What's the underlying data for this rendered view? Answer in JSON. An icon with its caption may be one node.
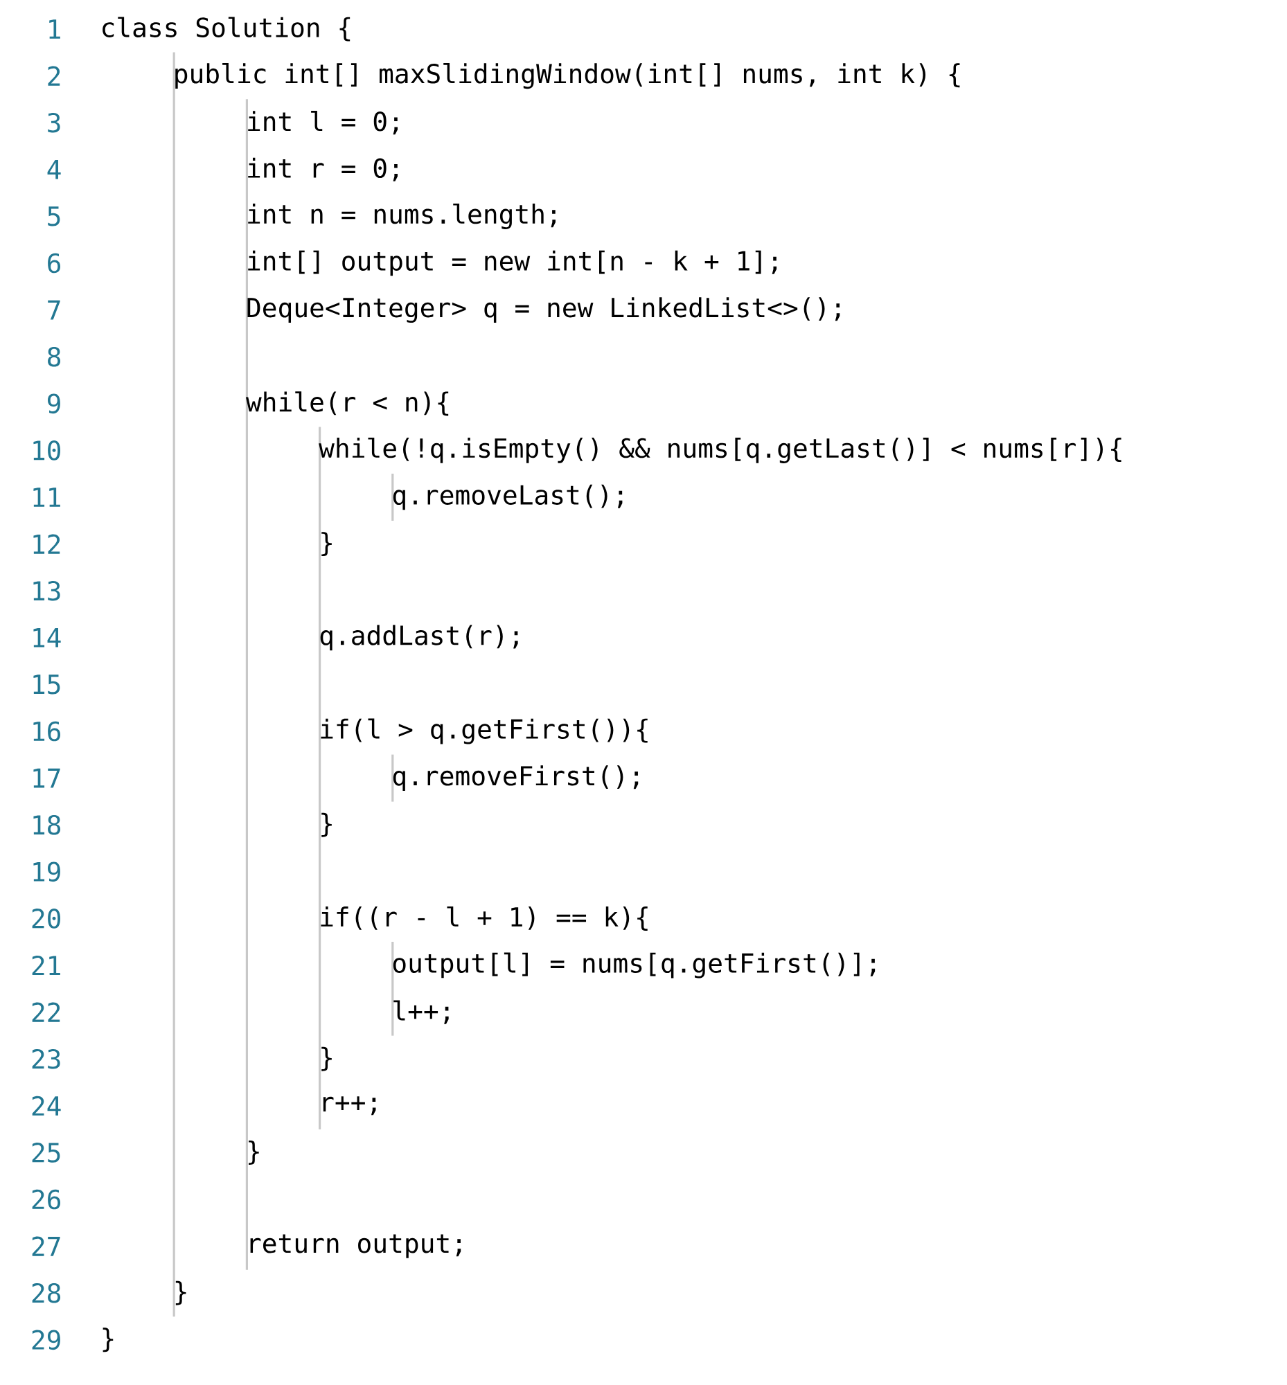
{
  "diagram": {
    "labels": [
      "1",
      "class Solution {",
      "2",
      "public int[] maxSlidingWindow(int[] nums, int k) {",
      "3",
      "int l = 0;",
      "4",
      "int r = 0;",
      "5",
      "int n = nums.length;",
      "6",
      "int[] output = new int[n - k + 1];",
      "7",
      "Deque<Integer> q = new LinkedList<>();",
      "8",
      "9",
      "while(r < n){",
      "10",
      "while(!q.isEmpty() && nums[q.getLast()] < nums[r]){",
      "11",
      "q.removeLast();",
      "12",
      "}",
      "13",
      "14",
      "q.addLast(r);",
      "15",
      "16",
      "if(l > q.getFirst()){",
      "17",
      "q.removeFirst();",
      "18",
      "}",
      "19",
      "20",
      "if((r - l + 1) == k){",
      "21",
      "output[l] = nums[q.getFirst()];",
      "22",
      "l++;",
      "23",
      "}",
      "24",
      "r++;",
      "25",
      "}",
      "26",
      "27",
      "return output;",
      "28",
      "}",
      "29",
      "}"
    ]
  }
}
